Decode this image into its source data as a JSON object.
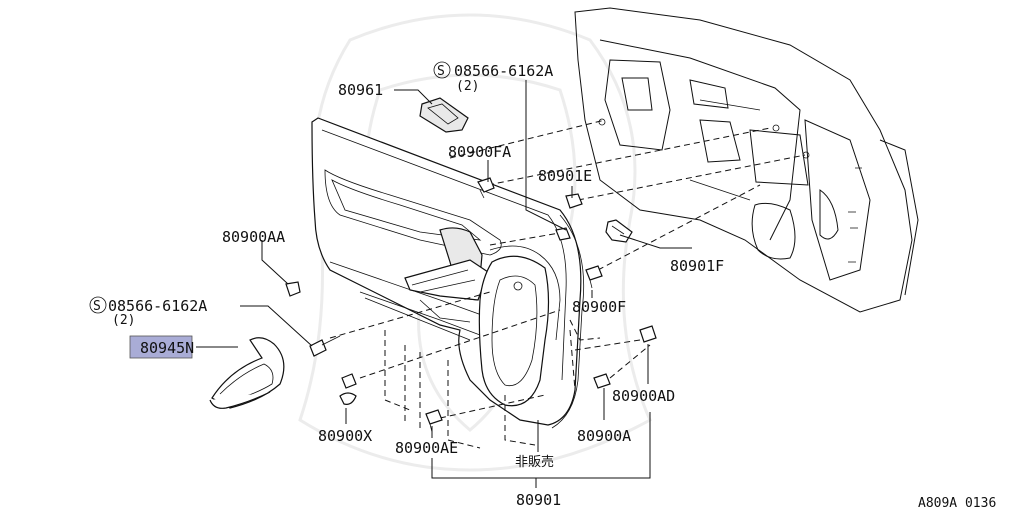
{
  "diagram": {
    "reference": "A809A 0136",
    "labels": {
      "p80961": "80961",
      "screw_top_code": "08566-6162A",
      "screw_top_qty": "(2)",
      "screw_symbol": "S",
      "p80900FA": "80900FA",
      "p80901E": "80901E",
      "p80900AA": "80900AA",
      "p80901F": "80901F",
      "p80900F": "80900F",
      "screw_left_code": "08566-6162A",
      "screw_left_qty": "(2)",
      "p80945N": "80945N",
      "p80900AD": "80900AD",
      "p80900X": "80900X",
      "p80900AE": "80900AE",
      "p80900A": "80900A",
      "not_for_sale": "非販売",
      "p80901": "80901"
    },
    "highlight_color": "#a9acd6"
  }
}
